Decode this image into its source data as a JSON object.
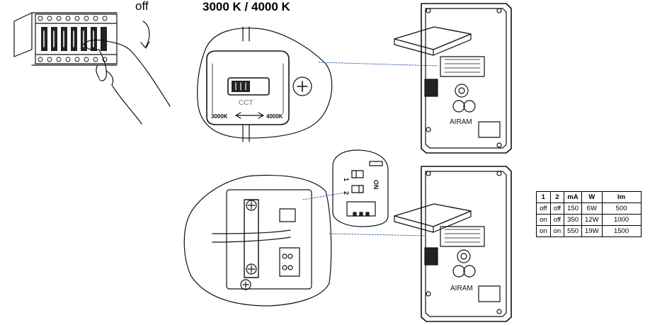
{
  "labels": {
    "off": "off",
    "cct_title": "3000 K / 4000 K",
    "cct_switch": "CCT",
    "cct_low": "3000K",
    "cct_high": "4000K",
    "brand": "AIRAM",
    "dip_on": "ON",
    "dip_1": "1",
    "dip_2": "2"
  },
  "table": {
    "headers": [
      "1",
      "2",
      "mA",
      "W",
      "lm"
    ],
    "rows": [
      [
        "off",
        "off",
        "150",
        "6W",
        "500"
      ],
      [
        "on",
        "off",
        "350",
        "12W",
        "1000"
      ],
      [
        "on",
        "on",
        "550",
        "19W",
        "1500"
      ]
    ]
  }
}
